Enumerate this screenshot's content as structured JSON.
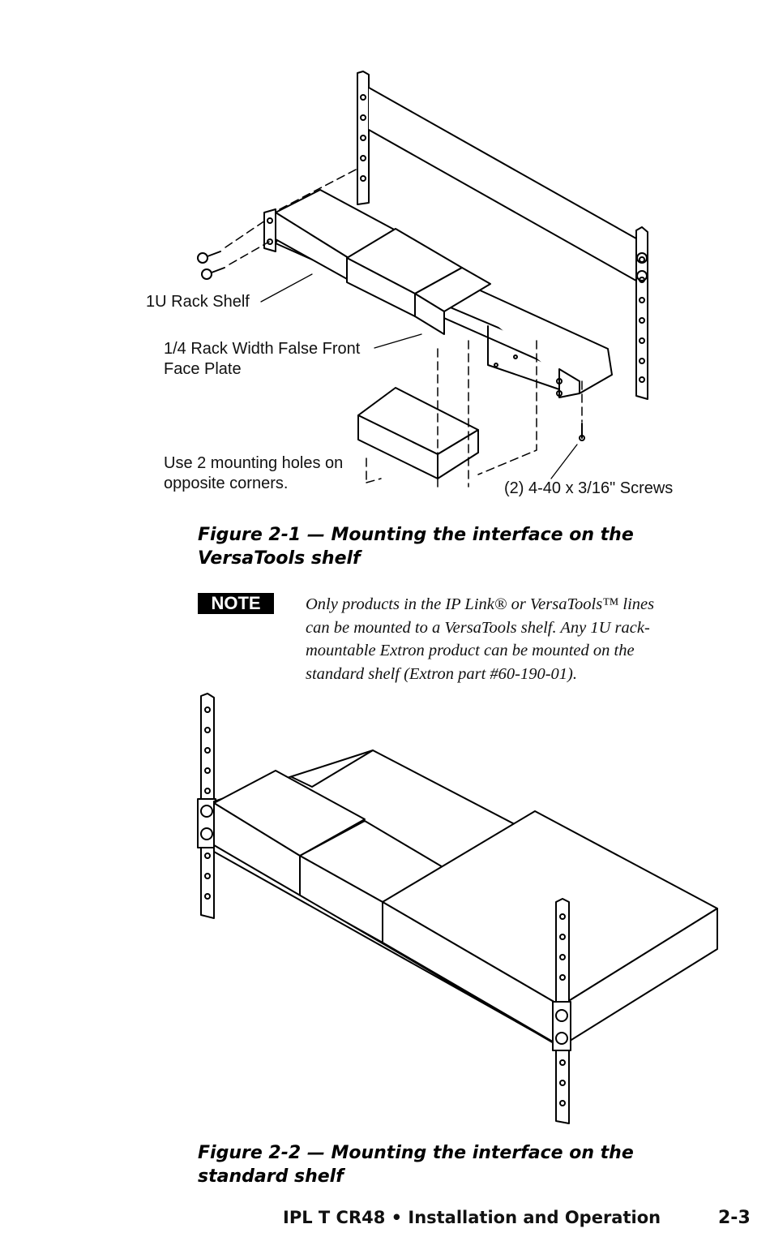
{
  "figure1": {
    "callouts": {
      "rack_shelf": "1U Rack Shelf",
      "face_plate_line1": "1/4 Rack Width False Front",
      "face_plate_line2": "Face Plate",
      "mounting_line1": "Use 2 mounting holes on",
      "mounting_line2": "opposite corners.",
      "screws": "(2) 4-40 x 3/16\" Screws"
    },
    "caption_line1": "Figure 2-1 — Mounting the interface on the",
    "caption_line2": "VersaTools shelf"
  },
  "note": {
    "badge": "NOTE",
    "lines": [
      "Only products in the IP Link® or VersaTools™ lines",
      "can be mounted to a VersaTools shelf.  Any 1U rack-",
      "mountable Extron product can be mounted on the",
      "standard shelf (Extron part #60-190-01)."
    ]
  },
  "figure2": {
    "caption_line1": "Figure 2-2 — Mounting the interface on the",
    "caption_line2": "standard shelf"
  },
  "footer": {
    "title": "IPL T CR48 • Installation and Operation",
    "page": "2-3"
  }
}
